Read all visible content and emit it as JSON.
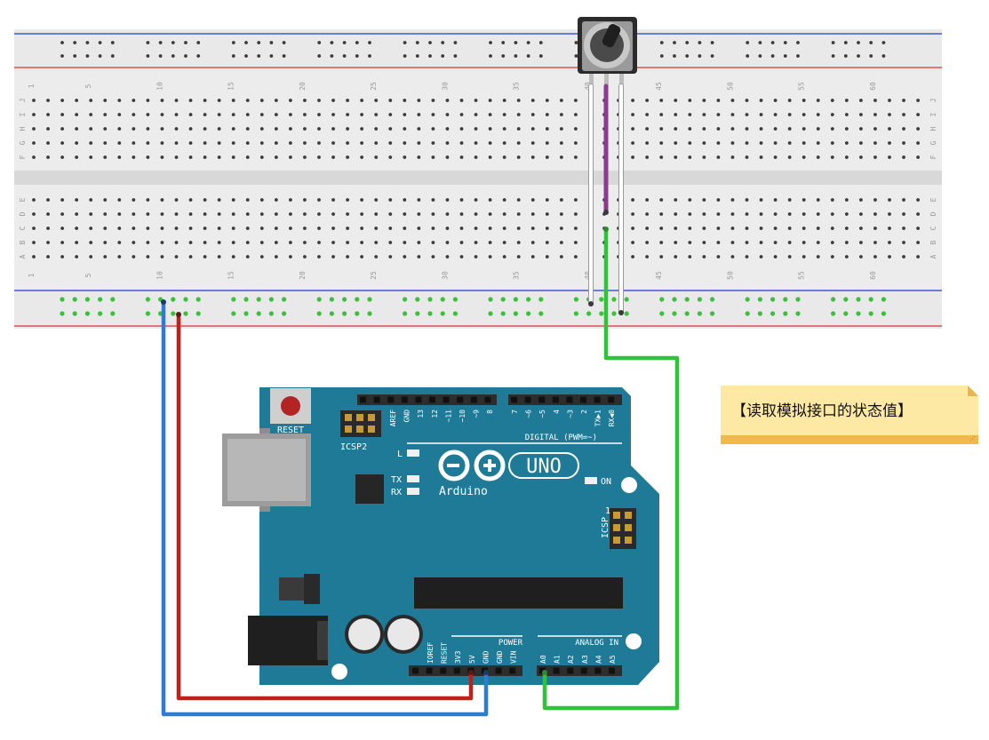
{
  "breadboard": {
    "column_numbers": [
      "1",
      "5",
      "10",
      "15",
      "20",
      "25",
      "30",
      "35",
      "40",
      "45",
      "50",
      "55",
      "60"
    ],
    "row_letters_top": [
      "J",
      "I",
      "H",
      "G",
      "F"
    ],
    "row_letters_bottom": [
      "E",
      "D",
      "C",
      "B",
      "A"
    ]
  },
  "arduino": {
    "logo_text": "Arduino",
    "model": "UNO",
    "reset_label": "RESET",
    "icsp2_label": "ICSP2",
    "icsp_label": "ICSP",
    "icsp_pin1": "1",
    "digital_label": "DIGITAL (PWM=~)",
    "digital_pins": [
      "AREF",
      "GND",
      "13",
      "12",
      "~11",
      "~10",
      "~9",
      "8",
      "7",
      "~6",
      "~5",
      "4",
      "~3",
      "2",
      "TX▶1",
      "RX◀0"
    ],
    "led_l": "L",
    "led_tx": "TX",
    "led_rx": "RX",
    "led_on": "ON",
    "power_label": "POWER",
    "power_pins": [
      "IOREF",
      "RESET",
      "3V3",
      "5V",
      "GND",
      "GND",
      "VIN"
    ],
    "analog_label": "ANALOG IN",
    "analog_pins": [
      "A0",
      "A1",
      "A2",
      "A3",
      "A4",
      "A5"
    ]
  },
  "note": {
    "text": "【读取模拟接口的状态值】"
  },
  "colors": {
    "board_blue": "#1e7a96",
    "wire_red": "#c0201c",
    "wire_blue": "#2f7bd0",
    "wire_green": "#2ec43a",
    "wire_purple": "#8b3a8e",
    "wire_white": "#ffffff",
    "breadboard": "#e8e8e8",
    "rail_red": "#d9534f",
    "rail_blue": "#3d5bd6"
  }
}
